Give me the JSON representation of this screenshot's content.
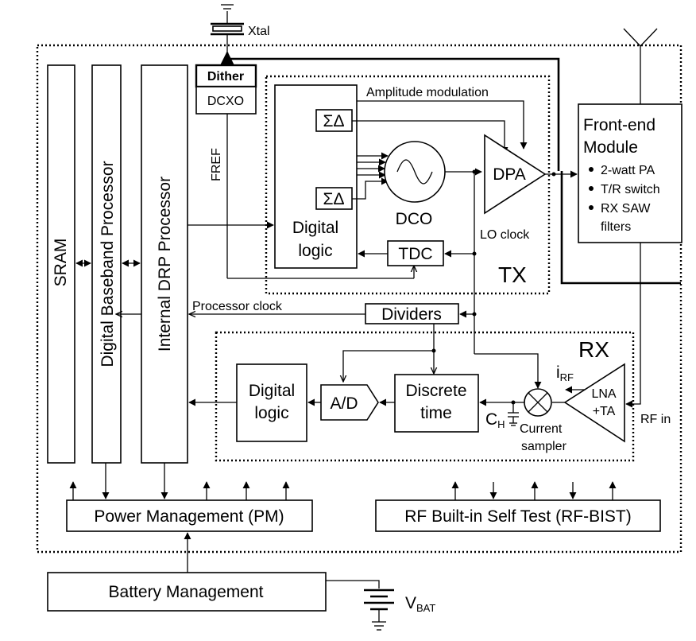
{
  "blocks": {
    "xtal": "Xtal",
    "sram": "SRAM",
    "baseband": "Digital Baseband Processor",
    "drp": "Internal DRP Processor",
    "dither": "Dither",
    "dcxo": "DCXO",
    "fref": "FREF",
    "amp_mod": "Amplitude modulation",
    "sigma_delta": "ΣΔ",
    "dco": "DCO",
    "dpa": "DPA",
    "lo_clock": "LO clock",
    "digital_logic_tx": [
      "Digital",
      "logic"
    ],
    "tdc": "TDC",
    "tx": "TX",
    "front_end": [
      "Front-end",
      "Module"
    ],
    "front_end_items": [
      "2-watt PA",
      "T/R switch",
      "RX SAW",
      "filters"
    ],
    "processor_clock": "Processor clock",
    "dividers": "Dividers",
    "rx": "RX",
    "digital_logic_rx": [
      "Digital",
      "logic"
    ],
    "ad": "A/D",
    "discrete_time": [
      "Discrete",
      "time"
    ],
    "ch": "C",
    "ch_sub": "H",
    "i_rf": "i",
    "i_rf_sub": "RF",
    "current_sampler": [
      "Current",
      "sampler"
    ],
    "lna": [
      "LNA",
      "+TA"
    ],
    "rf_in": "RF in",
    "pm": "Power Management (PM)",
    "rf_bist": "RF Built-in Self Test (RF-BIST)",
    "battery": "Battery Management",
    "vbat": "V",
    "vbat_sub": "BAT"
  }
}
